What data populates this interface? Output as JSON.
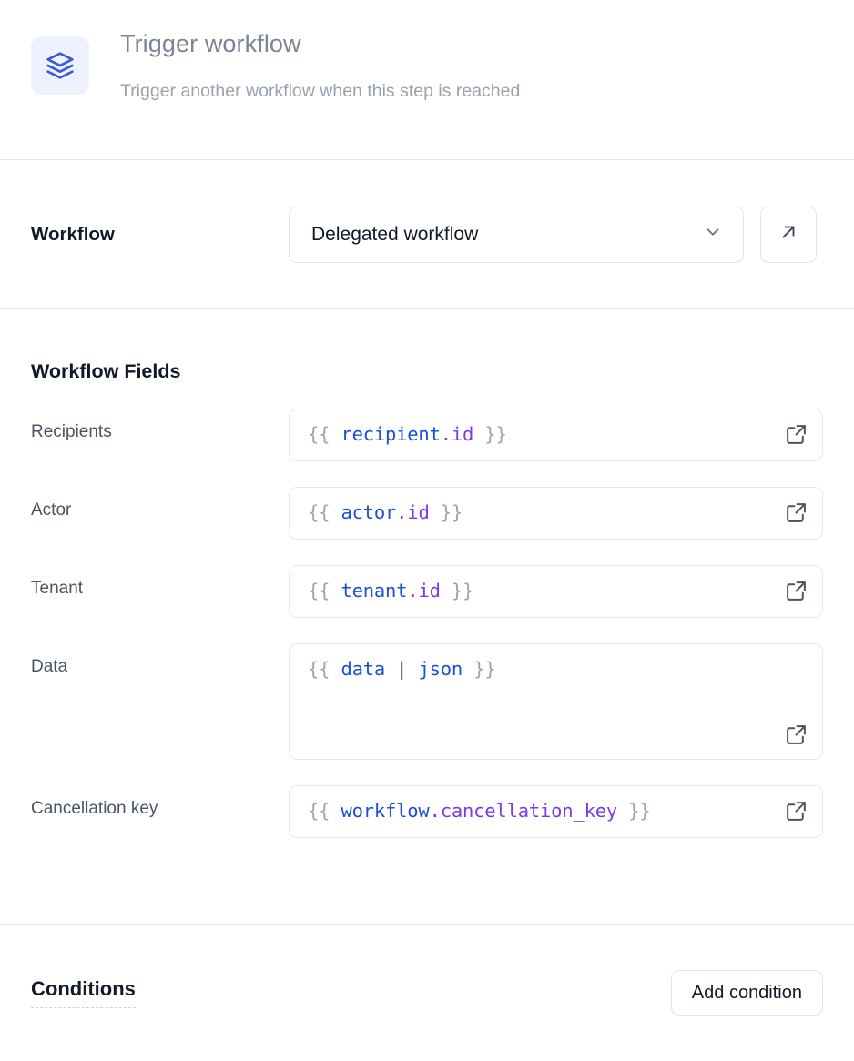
{
  "header": {
    "icon": "layers-icon",
    "title": "Trigger workflow",
    "subtitle": "Trigger another workflow when this step is reached"
  },
  "workflow_row": {
    "label": "Workflow",
    "selected_value": "Delegated workflow",
    "dropdown_icon": "chevron-down-icon",
    "open_icon": "arrow-up-right-icon"
  },
  "workflow_fields": {
    "heading": "Workflow Fields",
    "expand_icon": "external-link-icon",
    "fields": [
      {
        "label": "Recipients",
        "value": "{{ recipient.id }}",
        "tokens": [
          {
            "text": "{{ ",
            "type": "brace"
          },
          {
            "text": "recipient",
            "type": "obj"
          },
          {
            "text": ".id",
            "type": "prop"
          },
          {
            "text": " }}",
            "type": "brace"
          }
        ],
        "tall": false
      },
      {
        "label": "Actor",
        "value": "{{ actor.id }}",
        "tokens": [
          {
            "text": "{{ ",
            "type": "brace"
          },
          {
            "text": "actor",
            "type": "obj"
          },
          {
            "text": ".id",
            "type": "prop"
          },
          {
            "text": " }}",
            "type": "brace"
          }
        ],
        "tall": false
      },
      {
        "label": "Tenant",
        "value": "{{ tenant.id }}",
        "tokens": [
          {
            "text": "{{ ",
            "type": "brace"
          },
          {
            "text": "tenant",
            "type": "obj"
          },
          {
            "text": ".id",
            "type": "prop"
          },
          {
            "text": " }}",
            "type": "brace"
          }
        ],
        "tall": false
      },
      {
        "label": "Data",
        "value": "{{ data | json }}",
        "tokens": [
          {
            "text": "{{ ",
            "type": "brace"
          },
          {
            "text": "data",
            "type": "obj"
          },
          {
            "text": " | ",
            "type": "pipe"
          },
          {
            "text": "json",
            "type": "obj"
          },
          {
            "text": " }}",
            "type": "brace"
          }
        ],
        "tall": true
      },
      {
        "label": "Cancellation key",
        "value": "{{ workflow.cancellation_key }}",
        "tokens": [
          {
            "text": "{{ ",
            "type": "brace"
          },
          {
            "text": "workflow",
            "type": "obj"
          },
          {
            "text": ".cancellation_key",
            "type": "prop"
          },
          {
            "text": " }}",
            "type": "brace"
          }
        ],
        "tall": false
      }
    ]
  },
  "conditions": {
    "title": "Conditions",
    "add_button_label": "Add condition"
  },
  "colors": {
    "icon_blue": "#3b5bdb",
    "icon_bg": "#eef2fc",
    "token_object": "#1d4ed8",
    "token_property": "#7c3aed",
    "token_brace": "#9ca3af",
    "border": "#e8eaee",
    "label": "#4b5563",
    "title_gray": "#7c8496",
    "subtitle_gray": "#9aa1b0"
  }
}
